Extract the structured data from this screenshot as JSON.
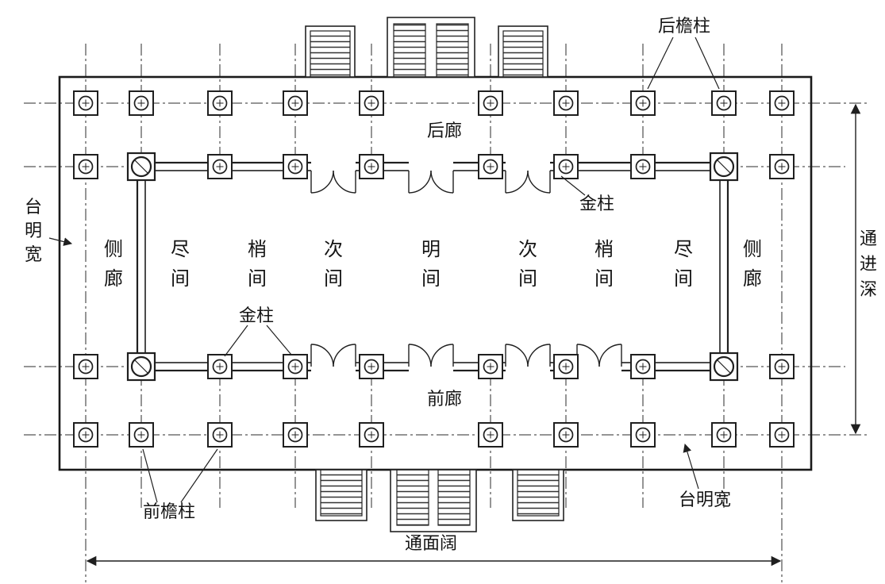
{
  "figure": {
    "type": "architectural-floor-plan",
    "description_visible_text_only": true,
    "colors": {
      "ink": "#1f1f1f",
      "background": "#ffffff"
    },
    "labels": {
      "rear_eave_column": "后檐柱",
      "rear_corridor": "后廊",
      "golden_column_rear": "金柱",
      "golden_column_front": "金柱",
      "platform_width_left": "台明宽",
      "platform_width_bottom": "台明宽",
      "total_depth": "通进深",
      "front_corridor": "前廊",
      "front_eave_column": "前檐柱",
      "total_facade_width": "通面阔"
    },
    "bays": [
      "侧廊",
      "尽间",
      "梢间",
      "次间",
      "明间",
      "次间",
      "梢间",
      "尽间",
      "侧廊"
    ]
  }
}
